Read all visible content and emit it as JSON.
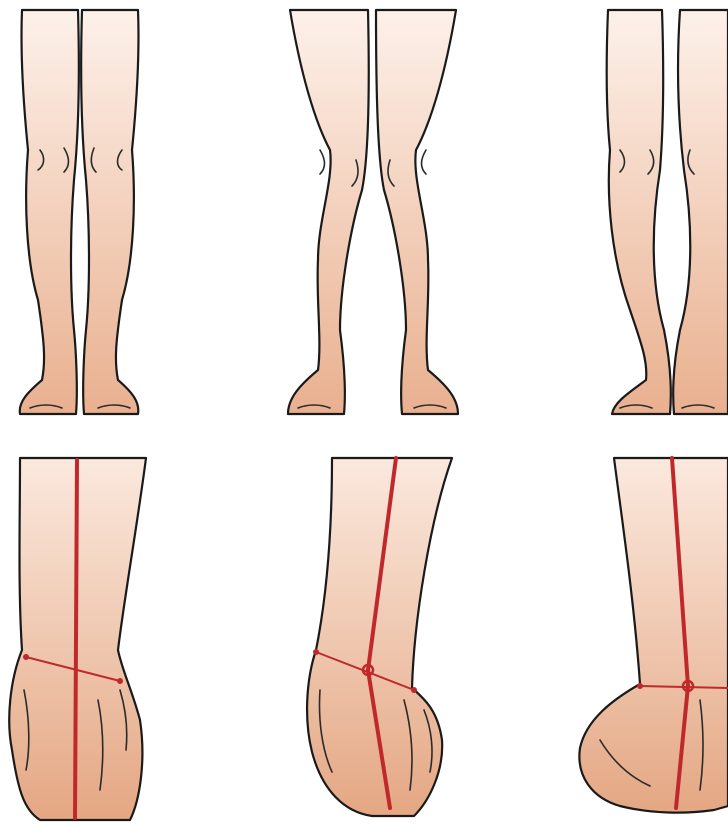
{
  "colors": {
    "skin_top": "#fdf1ea",
    "skin_bottom": "#e9b08f",
    "outline": "#1a1a1a",
    "axis_red": "#c0292b",
    "background": "#ffffff"
  },
  "figure": {
    "rows": [
      {
        "name": "leg-alignment",
        "panels": 3
      },
      {
        "name": "heel-alignment",
        "panels": 3
      }
    ]
  }
}
